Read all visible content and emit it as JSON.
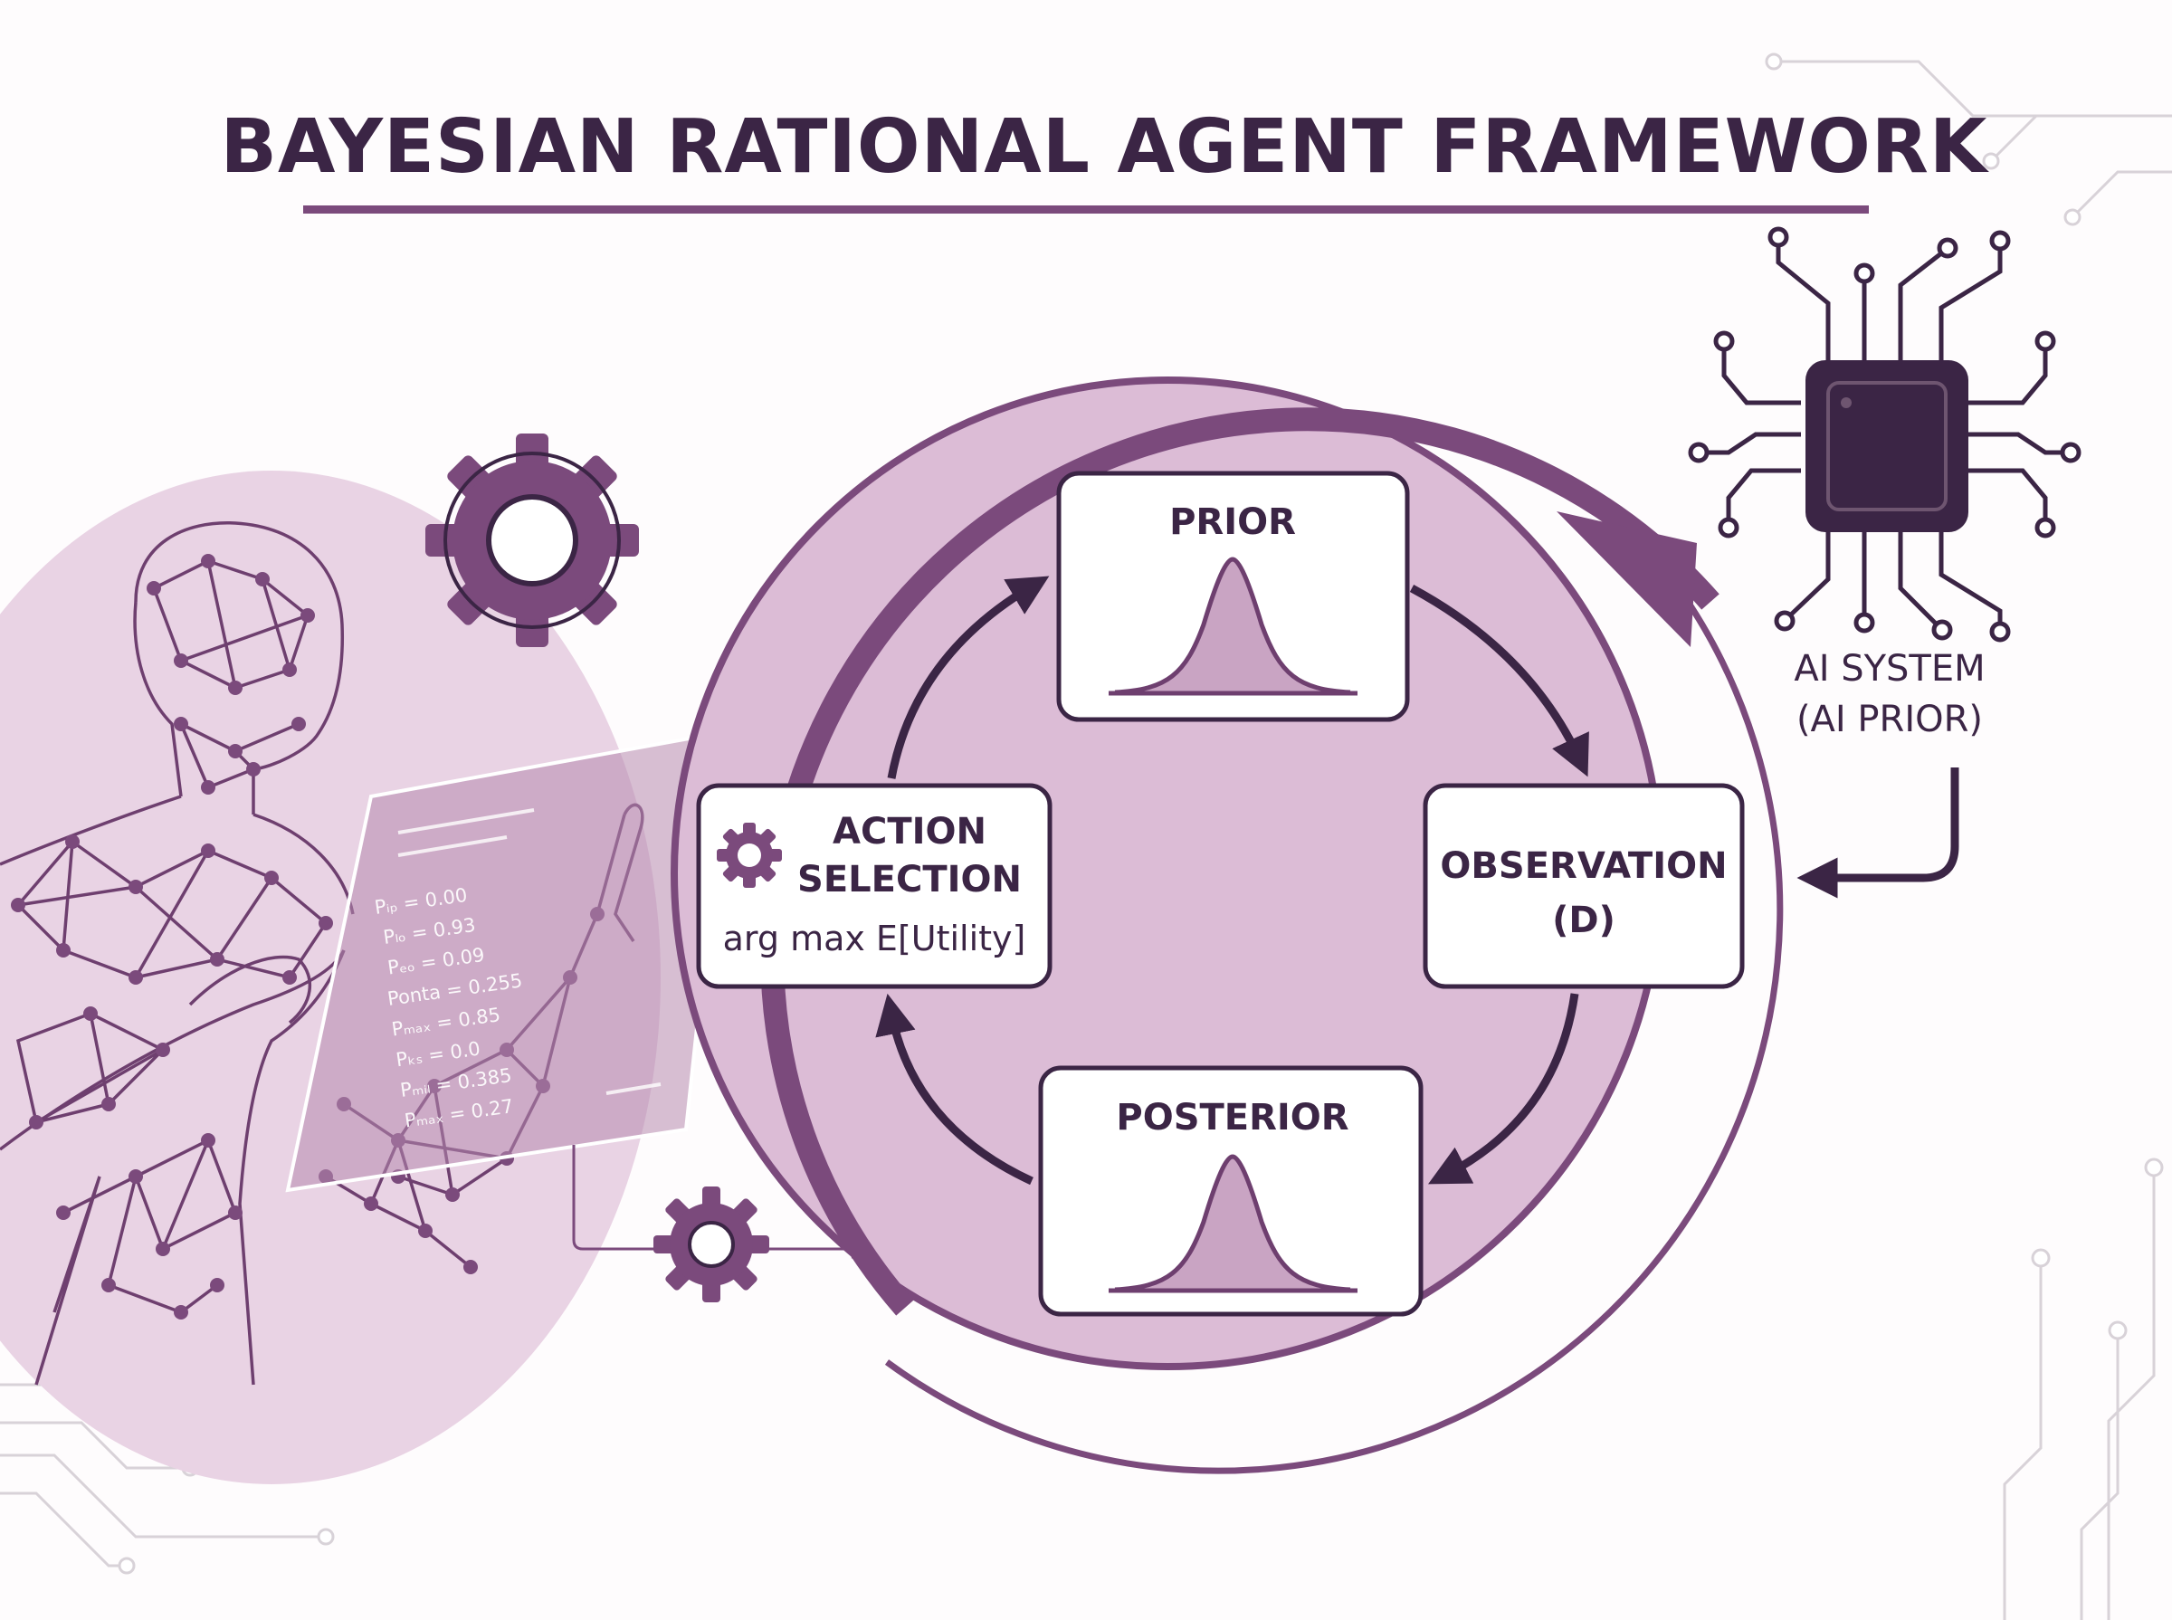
{
  "title": "BAYESIAN RATIONAL AGENT FRAMEWORK",
  "colors": {
    "primary": "#7b4a7c",
    "dark": "#3b2545",
    "light_fill": "#e9d3e4",
    "circle_fill": "#dcbcd6"
  },
  "nodes": {
    "prior": {
      "title": "PRIOR",
      "icon": "bell-curve-icon"
    },
    "observation": {
      "title_line1": "OBSERVATION",
      "title_line2": "(D)"
    },
    "posterior": {
      "title": "POSTERIOR",
      "icon": "bell-curve-icon"
    },
    "action": {
      "title_line1": "ACTION",
      "title_line2": "SELECTION",
      "formula": "arg max E[Utility]",
      "icon": "gear-icon"
    }
  },
  "ai_system": {
    "line1": "AI SYSTEM",
    "line2": "(AI PRIOR)",
    "icon": "microchip-icon"
  },
  "human": {
    "icon": "network-human-icon",
    "panel_values": [
      "Pᵢₚ = 0.00",
      "Pₗₒ = 0.93",
      "Pₑₒ = 0.09",
      "Ponta = 0.255",
      "Pₘₐₓ = 0.85",
      "Pₖₛ = 0.0",
      "Pₘᵢₗ = 0.385",
      "Pₘₐₓ = 0.27"
    ]
  }
}
